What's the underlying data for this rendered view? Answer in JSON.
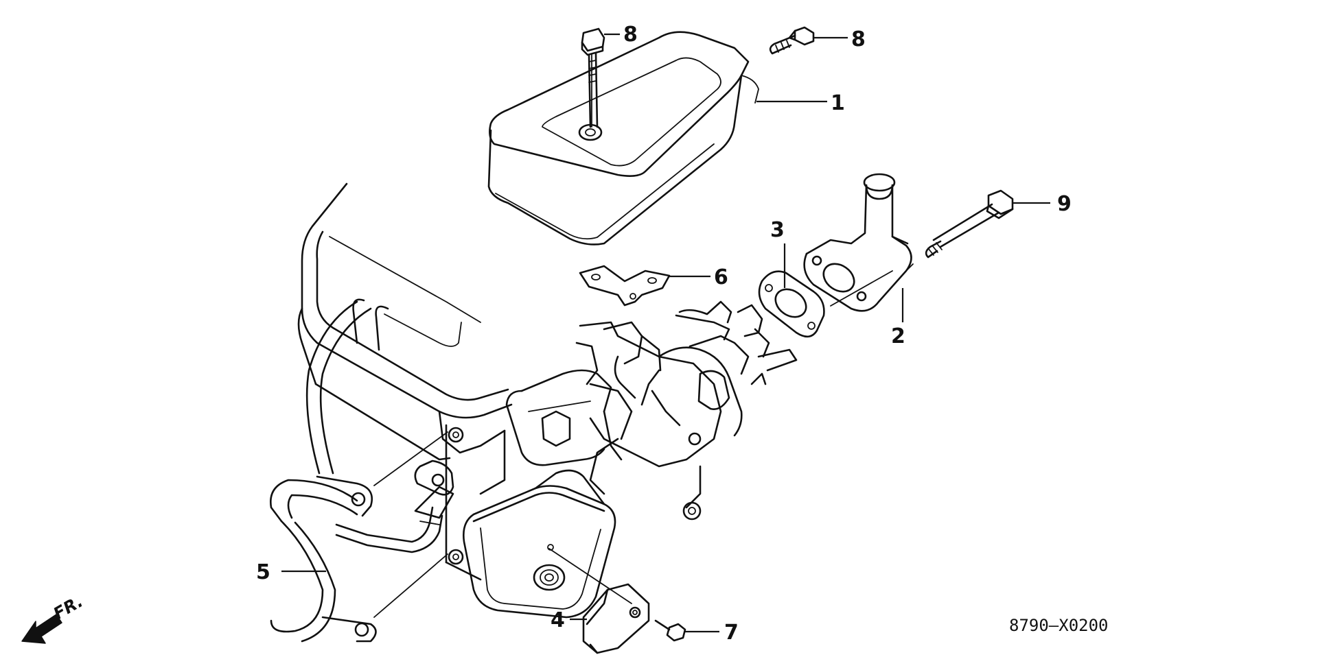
{
  "diagram": {
    "drawing_code": "8790—X0200",
    "direction_label": "FR.",
    "callouts": [
      {
        "number": "1",
        "part": "air-cleaner-cover"
      },
      {
        "number": "2",
        "part": "intake-elbow"
      },
      {
        "number": "3",
        "part": "insulator-gasket"
      },
      {
        "number": "4",
        "part": "muffler-protector"
      },
      {
        "number": "5",
        "part": "breather-tube"
      },
      {
        "number": "6",
        "part": "mounting-bracket"
      },
      {
        "number": "7",
        "part": "tapping-screw"
      },
      {
        "number": "8",
        "part": "flange-bolt"
      },
      {
        "number": "8",
        "part": "flange-bolt"
      },
      {
        "number": "9",
        "part": "long-flange-bolt"
      }
    ],
    "colors": {
      "line": "#111111",
      "background": "#ffffff"
    }
  }
}
